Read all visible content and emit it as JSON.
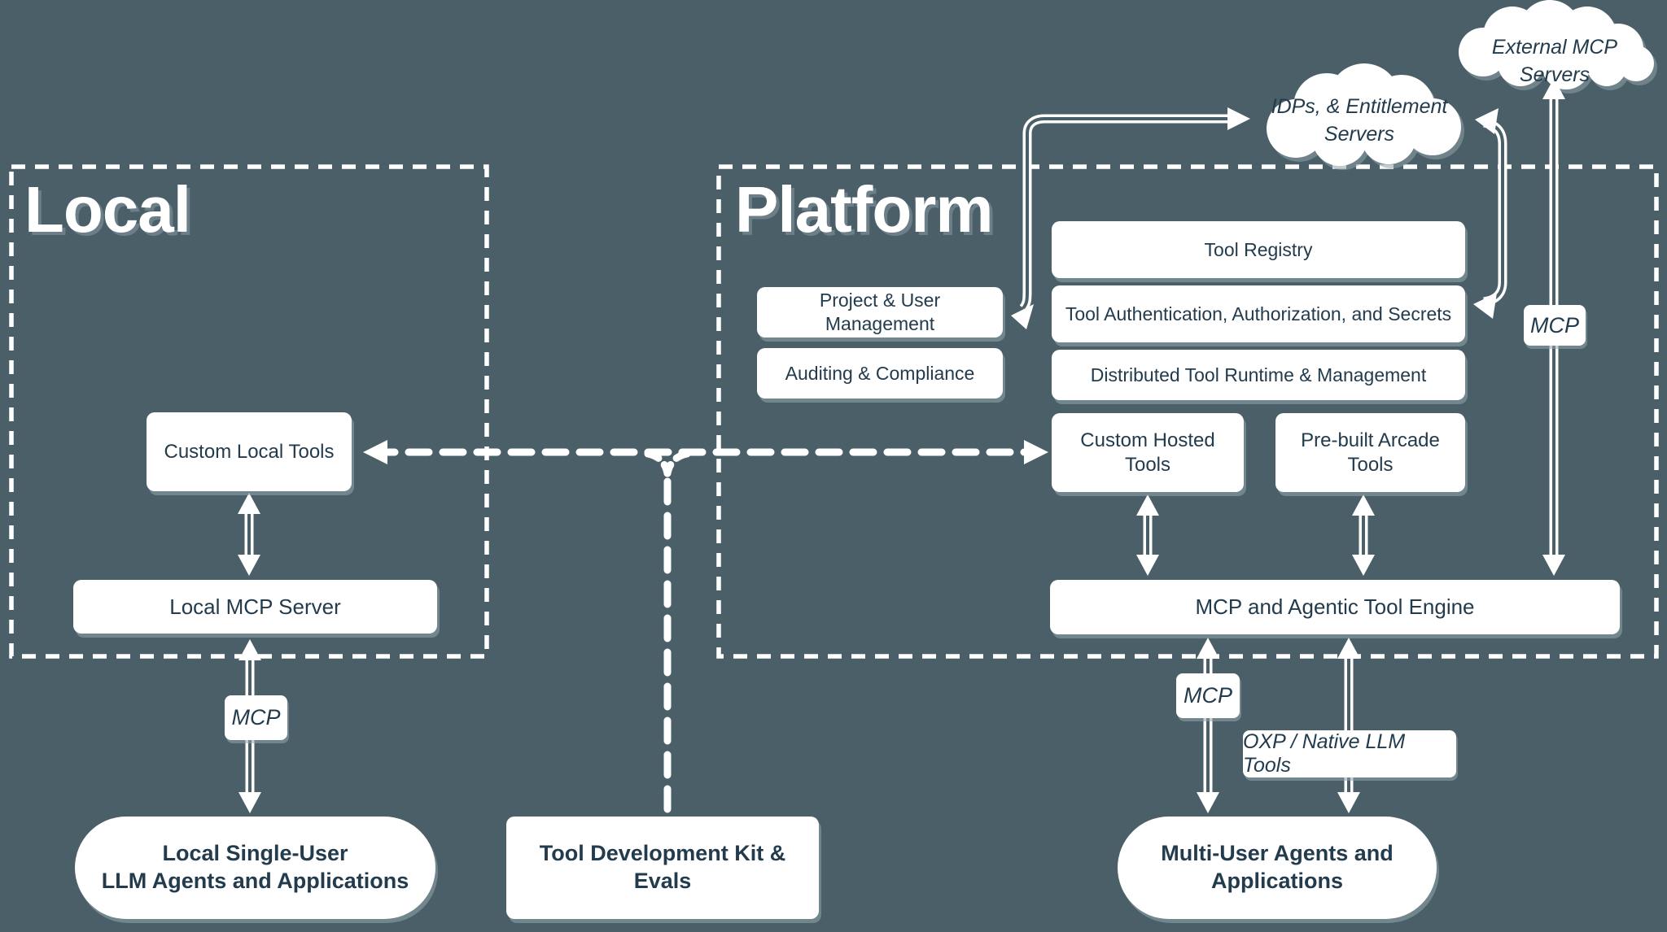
{
  "theme": {
    "bg": "#4a5f68",
    "surface": "#ffffff",
    "ink": "#223b4d"
  },
  "local": {
    "title": "Local",
    "custom_local_tools": "Custom Local Tools",
    "local_mcp_server": "Local MCP Server",
    "mcp_badge": "MCP",
    "agents": {
      "line1": "Local Single-User",
      "line2": "LLM Agents and Applications"
    }
  },
  "center": {
    "tdk": "Tool Development Kit & Evals"
  },
  "platform": {
    "title": "Platform",
    "project_user": "Project & User Management",
    "auditing": "Auditing & Compliance",
    "tool_registry": "Tool Registry",
    "tool_auth": "Tool Authentication, Authorization, and Secrets",
    "dist_runtime": "Distributed Tool Runtime & Management",
    "custom_hosted": "Custom Hosted Tools",
    "prebuilt": "Pre-built Arcade Tools",
    "engine": "MCP and Agentic Tool Engine",
    "mcp_badge": "MCP",
    "oxp_badge": "OXP / Native LLM Tools",
    "mcp_badge_external": "MCP",
    "agents": {
      "line1": "Multi-User Agents and",
      "line2": "Applications"
    }
  },
  "clouds": {
    "idp": {
      "line1": "IDPs, & Entitlement",
      "line2": "Servers"
    },
    "external": "External MCP Servers"
  }
}
